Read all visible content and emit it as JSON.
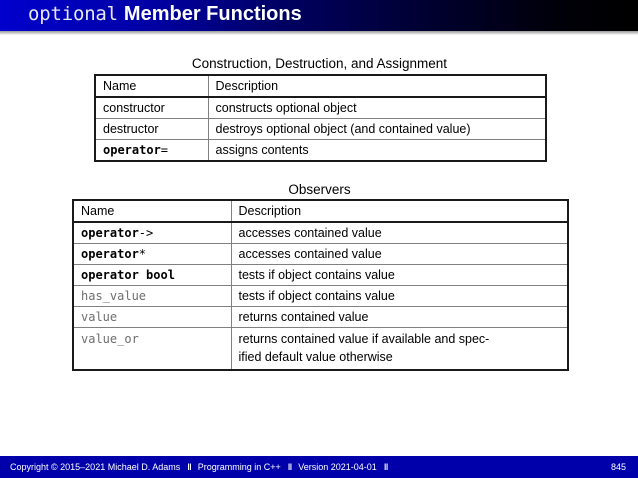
{
  "header": {
    "title_mono": "optional",
    "title_rest": "Member Functions",
    "gradient_start": "#0000cc",
    "gradient_end": "#000000"
  },
  "sections": [
    {
      "caption": "Construction, Destruction, and Assignment",
      "columns": [
        "Name",
        "Description"
      ],
      "rows": [
        {
          "name": "constructor",
          "name_style": "plain",
          "description": "constructs optional object"
        },
        {
          "name": "destructor",
          "name_style": "plain",
          "description": "destroys optional object (and contained value)"
        },
        {
          "name_bold": "operator",
          "name_op": "=",
          "name_style": "mono-bold-op",
          "description": "assigns contents"
        }
      ]
    },
    {
      "caption": "Observers",
      "columns": [
        "Name",
        "Description"
      ],
      "rows": [
        {
          "name_bold": "operator",
          "name_op": "->",
          "name_style": "mono-bold-op",
          "description": "accesses contained value"
        },
        {
          "name_bold": "operator",
          "name_op": "*",
          "name_style": "mono-bold-op",
          "description": "accesses contained value"
        },
        {
          "name_bold": "operator bool",
          "name_op": "",
          "name_style": "mono-bold-op",
          "description": "tests if object contains value"
        },
        {
          "name": "has_value",
          "name_style": "mono-gray",
          "description": "tests if object contains value"
        },
        {
          "name": "value",
          "name_style": "mono-gray",
          "description": "returns contained value"
        },
        {
          "name": "value_or",
          "name_style": "mono-gray",
          "description_line1": "returns contained value if available and spec-",
          "description_line2": "ified default value otherwise"
        }
      ]
    }
  ],
  "footer": {
    "copyright": "Copyright © 2015–2021 Michael D. Adams",
    "separator": "‖",
    "course": "Programming in C++",
    "version": "Version 2021-04-01",
    "page_number": "845",
    "background": "#0000aa"
  }
}
